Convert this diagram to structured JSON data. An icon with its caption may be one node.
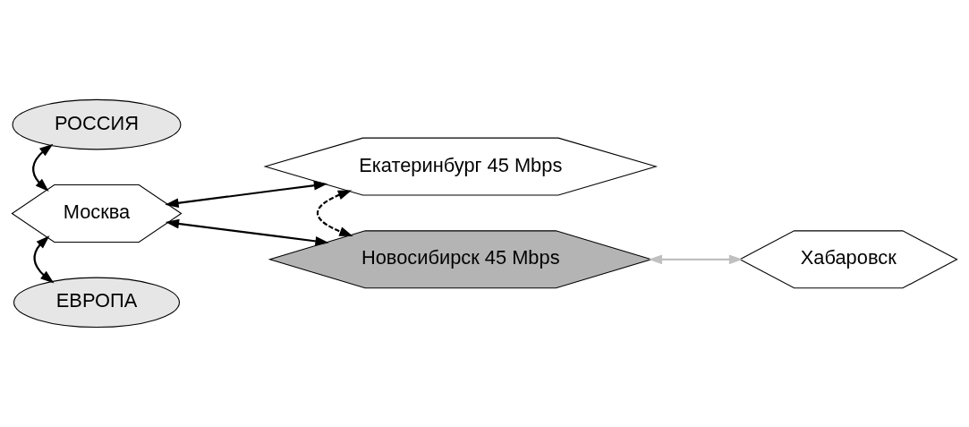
{
  "diagram": {
    "nodes": [
      {
        "text": [
          "РОССИЯ"
        ]
      },
      {
        "text": [
          "Екатеринбург 45 Mbps"
        ]
      },
      {
        "text": [
          "Москва"
        ]
      },
      {
        "text": [
          "Новосибирск 45 Mbps"
        ]
      },
      {
        "text": [
          "Хабаровск"
        ]
      },
      {
        "text": [
          "ЕВРОПА"
        ]
      }
    ],
    "edges": [
      {
        "from": 0,
        "to": 2,
        "arrow": "both"
      },
      {
        "from": 2,
        "to": 1,
        "arrow": "both"
      },
      {
        "from": 2,
        "to": 3,
        "arrow": "both"
      },
      {
        "from": 2,
        "to": 5,
        "arrow": "both"
      },
      {
        "from": 1,
        "to": 3,
        "arrow": "both",
        "style": "dashed"
      },
      {
        "from": 3,
        "to": 4,
        "arrow": "both",
        "color": "#c0c0c0"
      }
    ]
  }
}
